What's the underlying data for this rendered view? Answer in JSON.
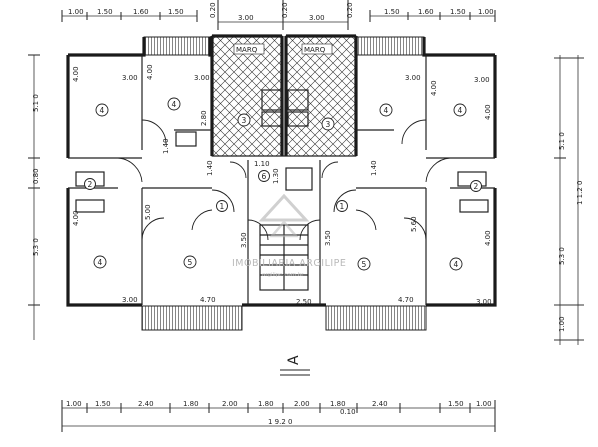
{
  "rooms": {
    "label_bedroom": "4",
    "label_living": "5",
    "label_kitchen": "3",
    "label_bath": "2",
    "label_hall": "1",
    "label_6": "6"
  },
  "terraces": {
    "left": "MARQ",
    "right": "MARQ"
  },
  "dims": {
    "top_left": [
      "1.00",
      "1.50",
      "1.60",
      "1.50"
    ],
    "top_mid": [
      "3.00",
      "3.00"
    ],
    "top_right": [
      "1.50",
      "1.60",
      "1.50",
      "1.00"
    ],
    "bottom": [
      "1.00",
      "1.50",
      "2.40",
      "1.80",
      "2.00",
      "1.80",
      "2.00",
      "1.80",
      "2.40",
      "1.50",
      "1.00"
    ],
    "total": "1 9.2 0",
    "left_510": "5.1 0",
    "left_080": "0.80",
    "left_530": "5.3 0",
    "right_510": "5.1 0",
    "right_1120": "1 1.2 0",
    "right_530": "5.3 0",
    "right_100": "1.00",
    "inner_300_a": "3.00",
    "inner_300_b": "3.00",
    "inner_300_c": "3.00",
    "inner_300_d": "3.00",
    "inner_300_e": "3.00",
    "inner_300_f": "3.00",
    "inner_400_a": "4.00",
    "inner_400_b": "4.00",
    "inner_400_c": "4.00",
    "inner_400_d": "4.00",
    "inner_400_e": "4.00",
    "inner_400_f": "4.00",
    "inner_280": "2.80",
    "inner_140_a": "1.40",
    "inner_140_b": "1.40",
    "inner_140_c": "1.40",
    "inner_500": "5.00",
    "inner_560": "5.60",
    "inner_470_a": "4.70",
    "inner_470_b": "4.70",
    "inner_250": "2.50",
    "inner_350_a": "3.50",
    "inner_350_b": "3.50",
    "inner_130": "1.30",
    "inner_110": "1.10",
    "inner_020_a": "0.20",
    "inner_020_b": "0.20",
    "inner_020_c": "0.20",
    "inner_010": "0.10"
  },
  "section_mark": "A",
  "watermark": {
    "name": "IMOBILIARIA ARGILIPE",
    "sub": "argilipe.com.br"
  }
}
